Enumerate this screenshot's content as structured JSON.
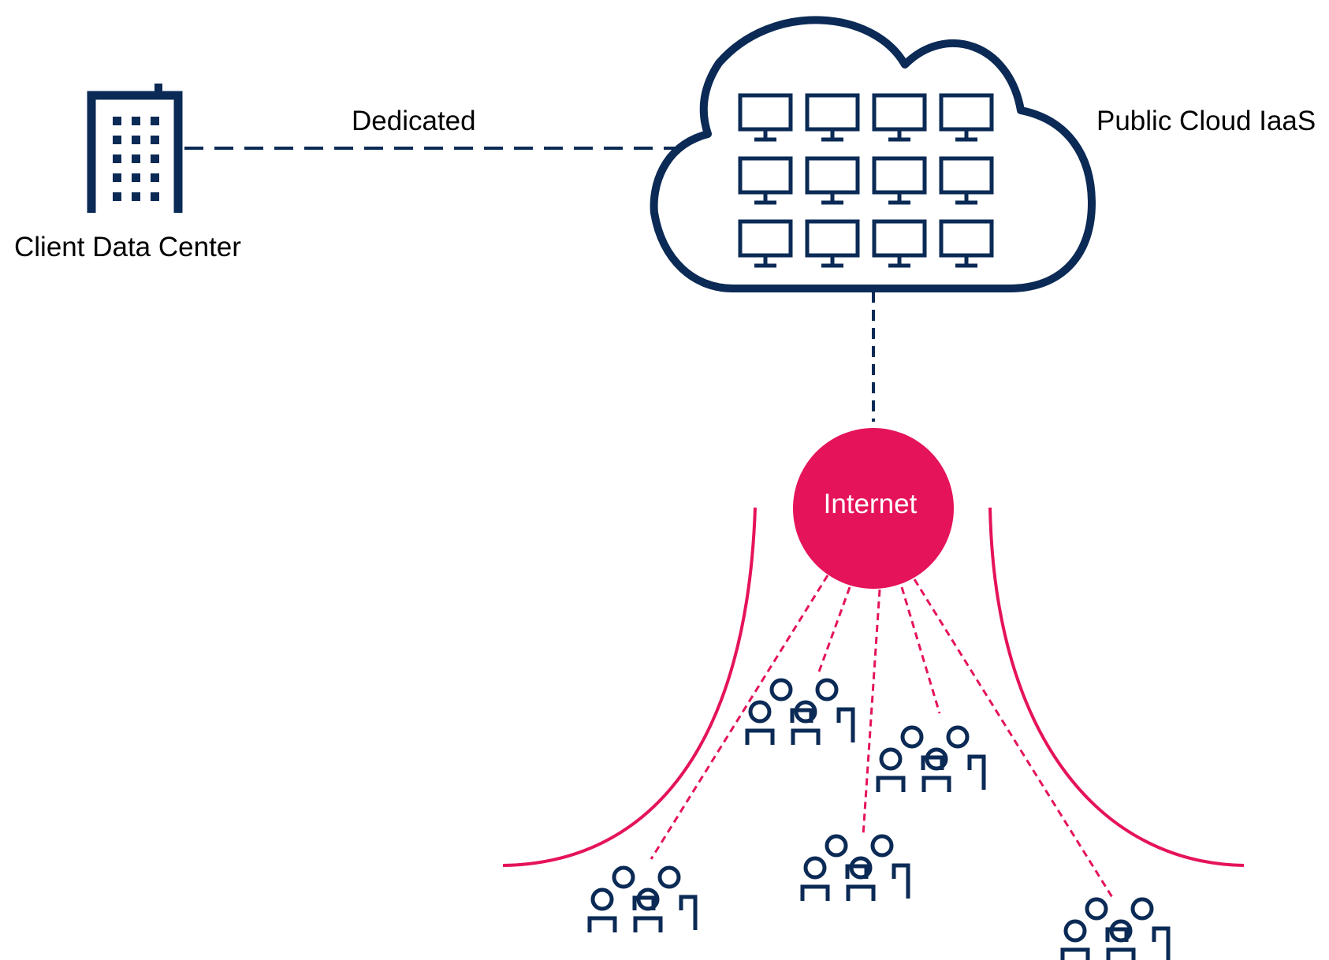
{
  "labels": {
    "client_data_center": "Client Data Center",
    "dedicated": "Dedicated",
    "public_cloud": "Public Cloud IaaS",
    "internet": "Internet"
  },
  "colors": {
    "navy": "#0B2A55",
    "accent": "#E5135A",
    "background": "#FFFFFF"
  },
  "icons": {
    "building": "building-icon",
    "cloud": "cloud-icon",
    "monitor": "monitor-icon",
    "user_group": "user-group-icon"
  },
  "cloud_monitor_grid": {
    "rows": 3,
    "cols": 4
  },
  "user_group_count": 5
}
